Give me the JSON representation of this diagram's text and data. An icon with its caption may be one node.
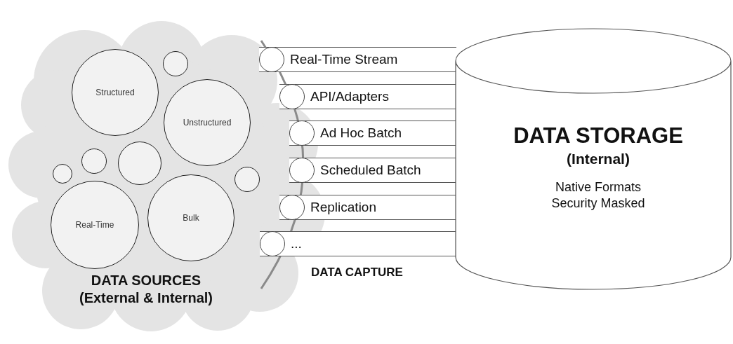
{
  "diagram": {
    "nodes": [
      {
        "text": [
          "DATA SOURCES",
          "(External & Internal)"
        ]
      },
      {
        "text": [
          "Structured"
        ],
        "in": 0
      },
      {
        "text": [],
        "shape": "circle",
        "in": 0
      },
      {
        "text": [
          "Unstructured"
        ],
        "in": 0
      },
      {
        "text": [],
        "shape": "circle",
        "in": 0
      },
      {
        "text": [],
        "shape": "circle",
        "in": 0
      },
      {
        "text": [],
        "shape": "circle",
        "in": 0
      },
      {
        "text": [],
        "shape": "circle",
        "in": 0
      },
      {
        "text": [
          "Real-Time"
        ],
        "in": 0
      },
      {
        "text": [
          "Bulk"
        ],
        "in": 0
      },
      {
        "text": [
          "Real-Time Stream"
        ]
      },
      {
        "text": [
          "API/Adapters"
        ]
      },
      {
        "text": [
          "Ad Hoc Batch"
        ]
      },
      {
        "text": [
          "Scheduled Batch"
        ]
      },
      {
        "text": [
          "Replication"
        ]
      },
      {
        "text": [
          "..."
        ]
      },
      {
        "text": [
          "DATA STORAGE",
          "(Internal)",
          "Native Formats Security Masked"
        ]
      }
    ],
    "labels": [
      "DATA CAPTURE"
    ]
  }
}
